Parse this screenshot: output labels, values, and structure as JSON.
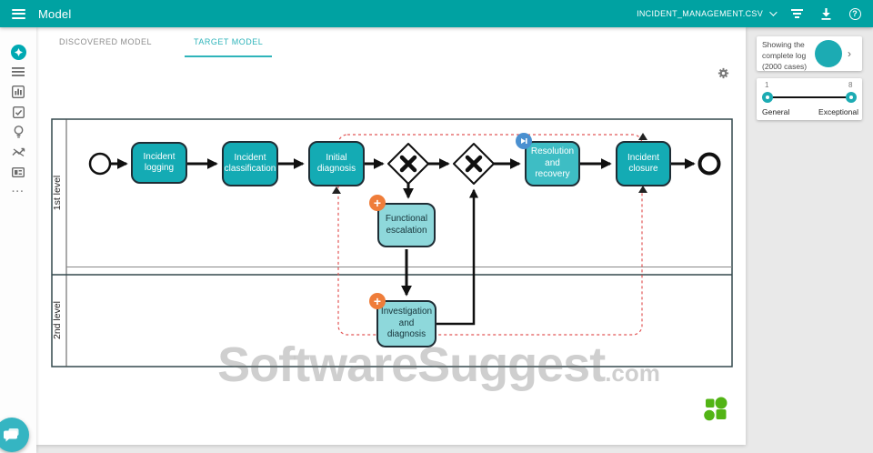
{
  "colors": {
    "app_bar": "#00a2a2",
    "accent": "#2fb4ba",
    "task_dark": "#14abb4",
    "task_medium": "#3ebdc4",
    "task_light": "#8ed8db",
    "badge_orange": "#ef7d3a",
    "badge_blue": "#4a90d0",
    "dashed_region": "#e25757",
    "logo_green": "#52b415"
  },
  "app_bar": {
    "title": "Model",
    "dataset_selector": {
      "label": "INCIDENT_MANAGEMENT.CSV"
    },
    "help_glyph": "?"
  },
  "tabs": [
    {
      "label": "DISCOVERED MODEL",
      "active": false
    },
    {
      "label": "TARGET MODEL",
      "active": true
    }
  ],
  "sidebar": {
    "icons": [
      "explore-icon",
      "list-icon",
      "bar-chart-icon",
      "checklist-icon",
      "lightbulb-icon",
      "trend-icon",
      "card-icon",
      "more-icon"
    ],
    "more_glyph": "···"
  },
  "right_panel": {
    "log_card": {
      "text": "Showing the complete log (2000 cases)",
      "chevron": "›"
    },
    "range_card": {
      "left_value": "1",
      "right_value": "8",
      "left_label": "General",
      "right_label": "Exceptional"
    }
  },
  "diagram": {
    "lanes": [
      {
        "label": "1st level"
      },
      {
        "label": "2nd level"
      }
    ],
    "tasks": [
      {
        "label": "Incident logging"
      },
      {
        "label": "Incident classification"
      },
      {
        "label": "Initial diagnosis"
      },
      {
        "label": "Resolution and recovery"
      },
      {
        "label": "Incident closure"
      },
      {
        "label": "Functional escalation"
      },
      {
        "label": "Investigation and diagnosis"
      }
    ],
    "badges": {
      "plus": "+"
    }
  },
  "watermark": {
    "text": "SoftwareSuggest",
    "suffix": ".com"
  }
}
